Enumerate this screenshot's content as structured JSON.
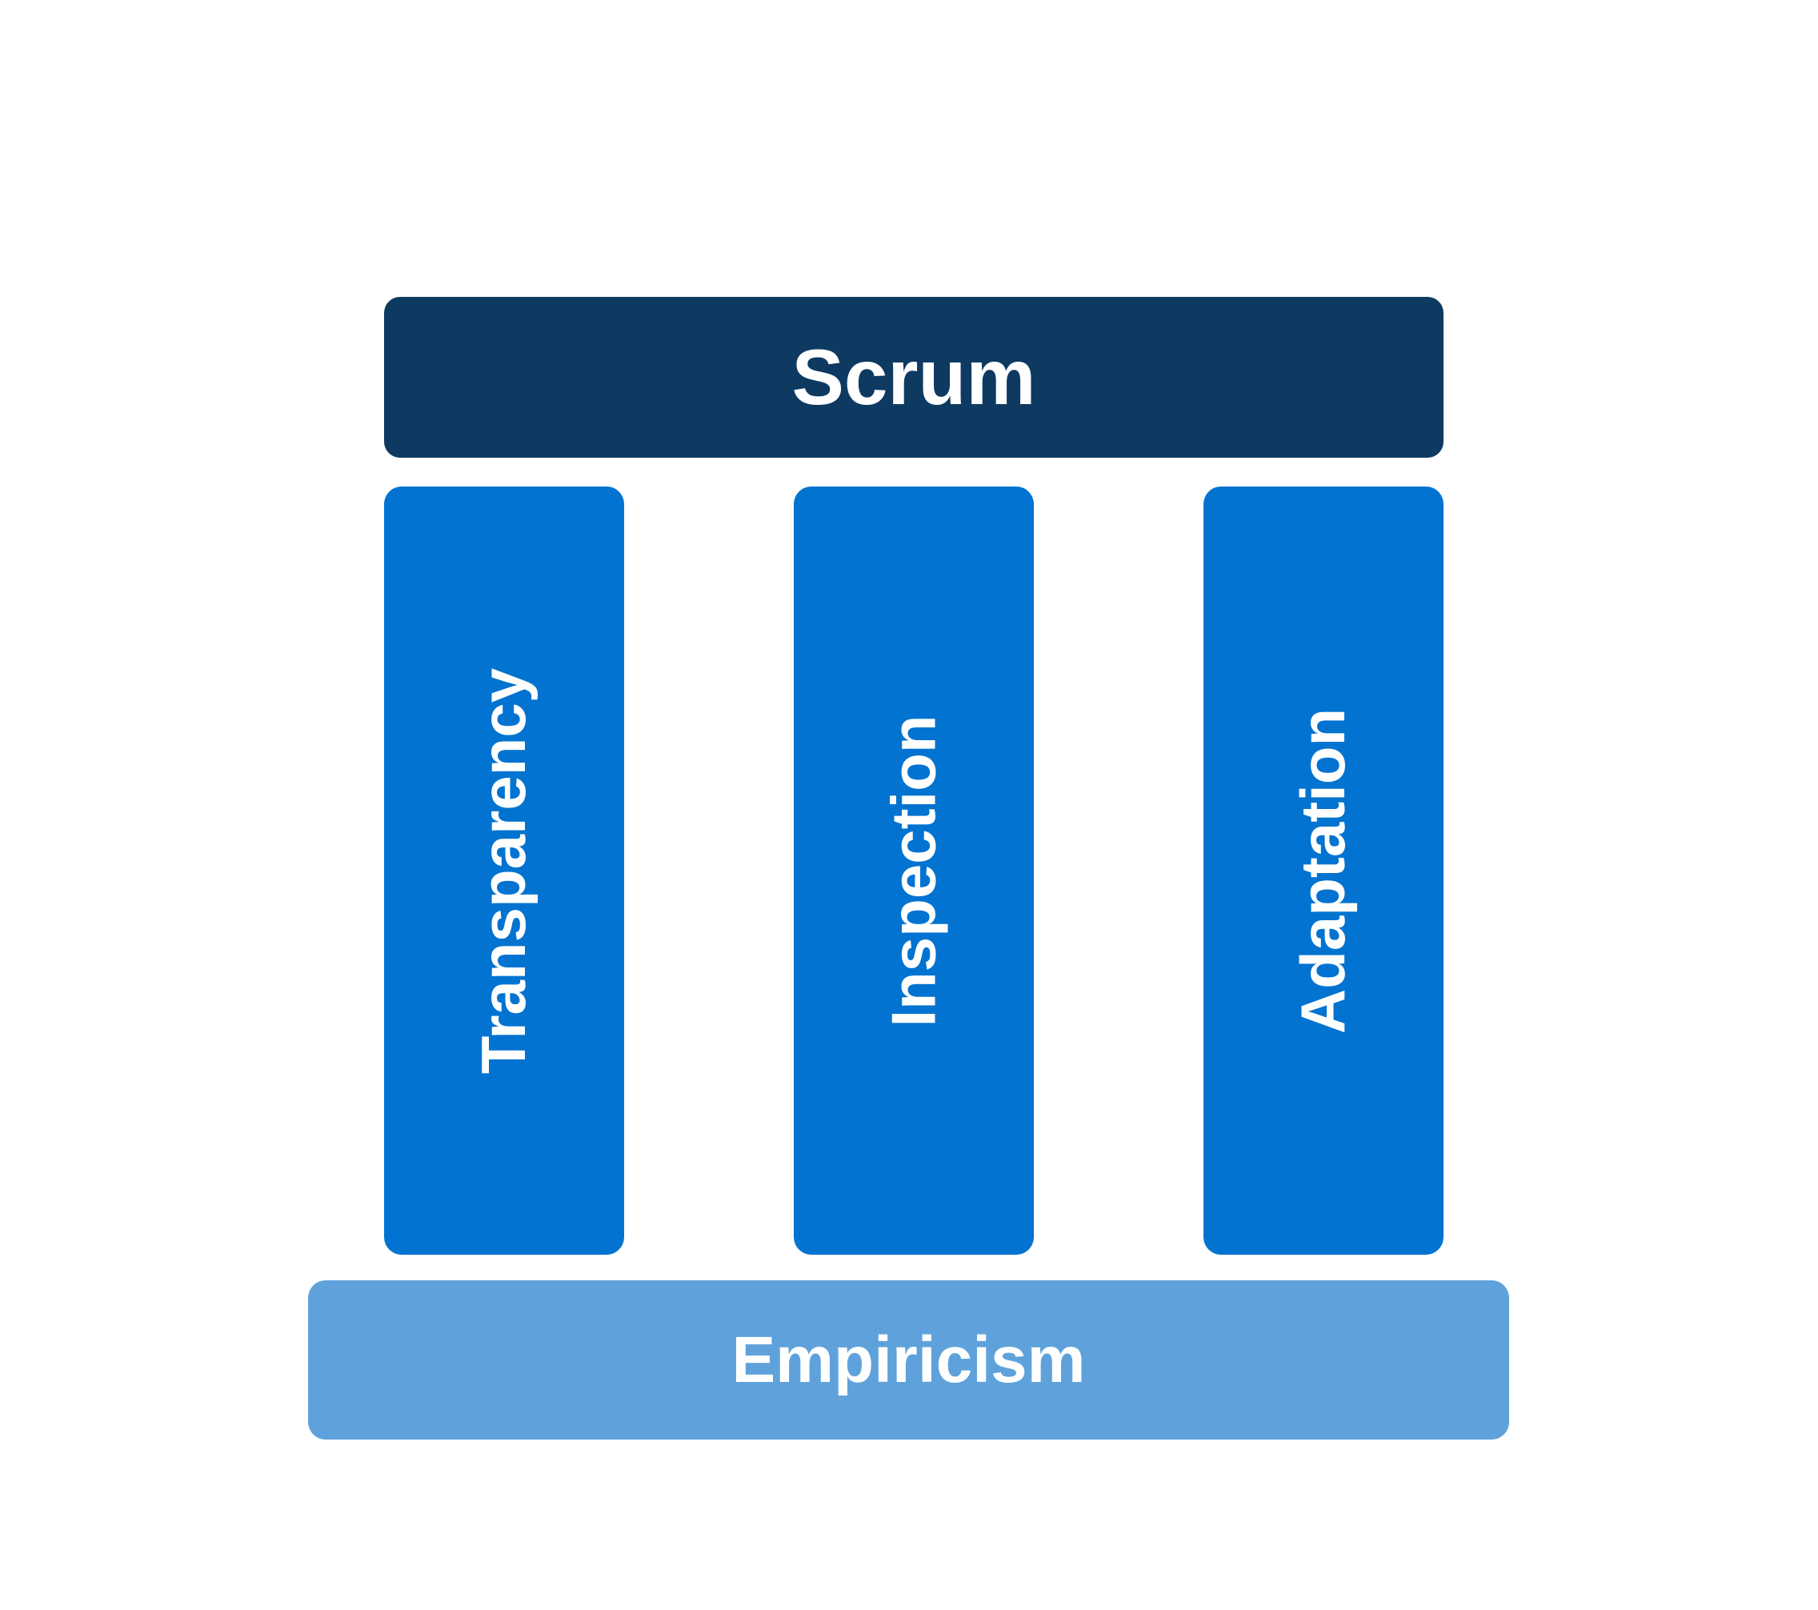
{
  "diagram": {
    "title": "Scrum",
    "pillars": [
      {
        "label": "Transparency"
      },
      {
        "label": "Inspection"
      },
      {
        "label": "Adaptation"
      }
    ],
    "foundation_label": "Empiricism",
    "colors": {
      "header": "#0e3a62",
      "pillar": "#0273d0",
      "foundation": "#5fa2db",
      "text": "#ffffff",
      "background": "#ffffff"
    }
  }
}
